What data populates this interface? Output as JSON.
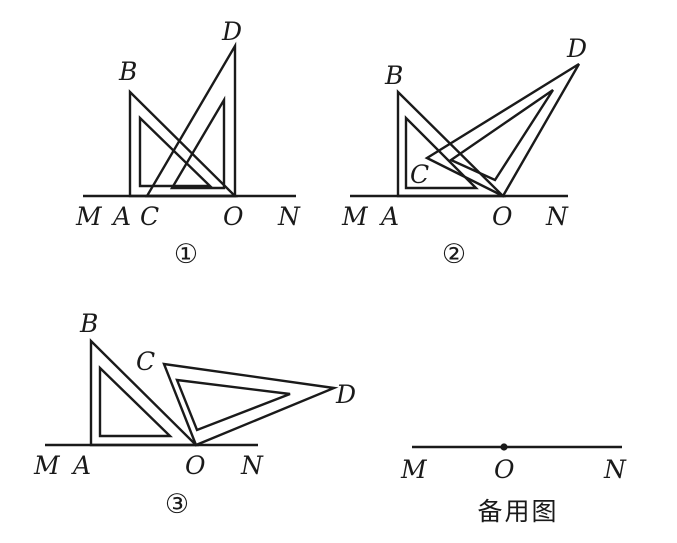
{
  "figures": [
    {
      "caption": "①",
      "labels": {
        "B": "B",
        "D": "D",
        "C": "C",
        "M": "M",
        "A": "A",
        "O": "O",
        "N": "N"
      }
    },
    {
      "caption": "②",
      "labels": {
        "B": "B",
        "D": "D",
        "C": "C",
        "M": "M",
        "A": "A",
        "O": "O",
        "N": "N"
      }
    },
    {
      "caption": "③",
      "labels": {
        "B": "B",
        "D": "D",
        "C": "C",
        "M": "M",
        "A": "A",
        "O": "O",
        "N": "N"
      }
    },
    {
      "caption": "备用图",
      "labels": {
        "M": "M",
        "O": "O",
        "N": "N"
      }
    }
  ]
}
